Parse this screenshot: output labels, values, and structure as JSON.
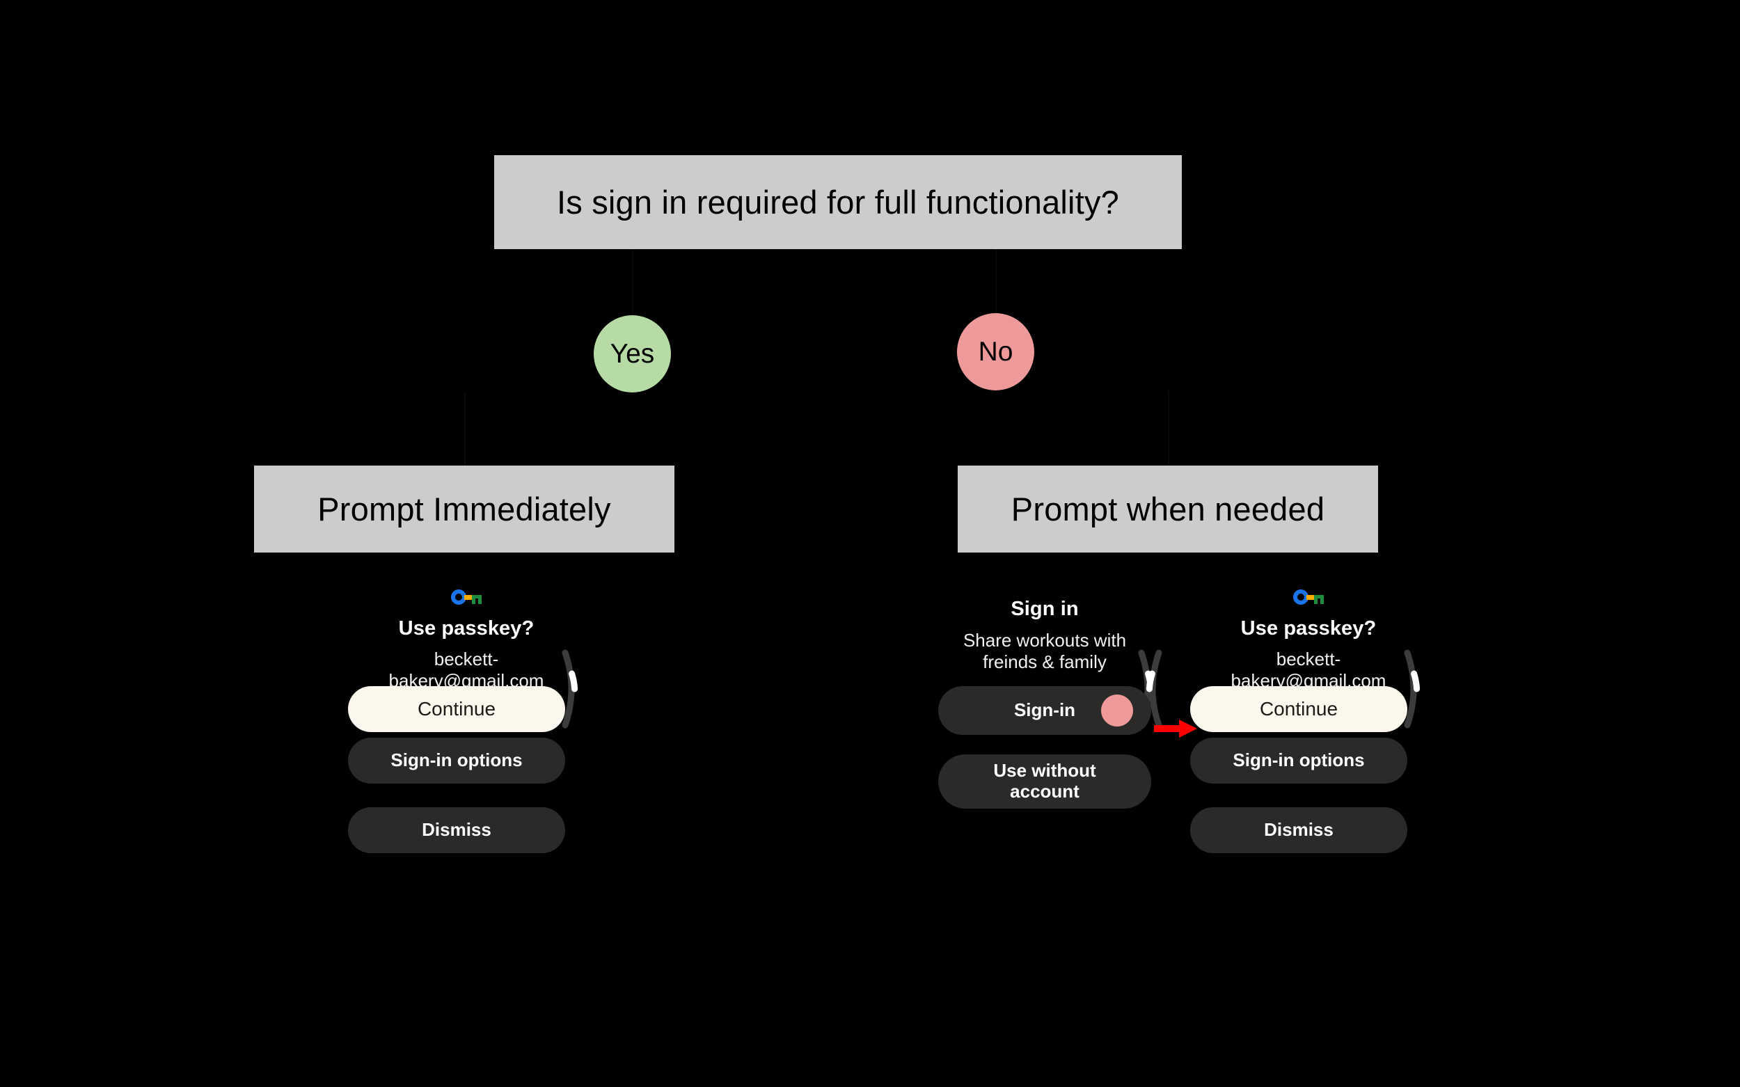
{
  "diagram": {
    "type": "flowchart",
    "background_color": "#000000",
    "node_fill": "#cccccc",
    "decision": {
      "label": "Is sign in required for full functionality?"
    },
    "branches": [
      {
        "edge_label": "Yes",
        "edge_color": "#b6dba4",
        "target": "Prompt Immediately"
      },
      {
        "edge_label": "No",
        "edge_color": "#ee9a9a",
        "target": "Prompt when needed"
      }
    ]
  },
  "mockups": {
    "left_watch": {
      "icon": "google-passkey-icon",
      "title": "Use passkey?",
      "subtitle": "beckett-bakery@gmail.com",
      "buttons": [
        {
          "label": "Continue",
          "style": "filled"
        },
        {
          "label": "Sign-in options",
          "style": "tonal"
        },
        {
          "label": "Dismiss",
          "style": "tonal"
        }
      ],
      "scroll_indicator": "right"
    },
    "middle_watch": {
      "title": "Sign in",
      "subtitle": "Share workouts with freinds & family",
      "buttons": [
        {
          "label": "Sign-in",
          "style": "tonal",
          "badge_color": "#ee9a9a"
        },
        {
          "label": "Use without account",
          "style": "tonal"
        }
      ],
      "scroll_indicator": "right"
    },
    "right_watch": {
      "icon": "google-passkey-icon",
      "title": "Use passkey?",
      "subtitle": "beckett-bakery@gmail.com",
      "buttons": [
        {
          "label": "Continue",
          "style": "filled"
        },
        {
          "label": "Sign-in options",
          "style": "tonal"
        },
        {
          "label": "Dismiss",
          "style": "tonal"
        }
      ],
      "scroll_indicator": "both"
    }
  },
  "annotations": {
    "arrow": {
      "name": "red-arrow",
      "color": "#ff0000",
      "direction": "right",
      "points_to": "Continue"
    }
  }
}
